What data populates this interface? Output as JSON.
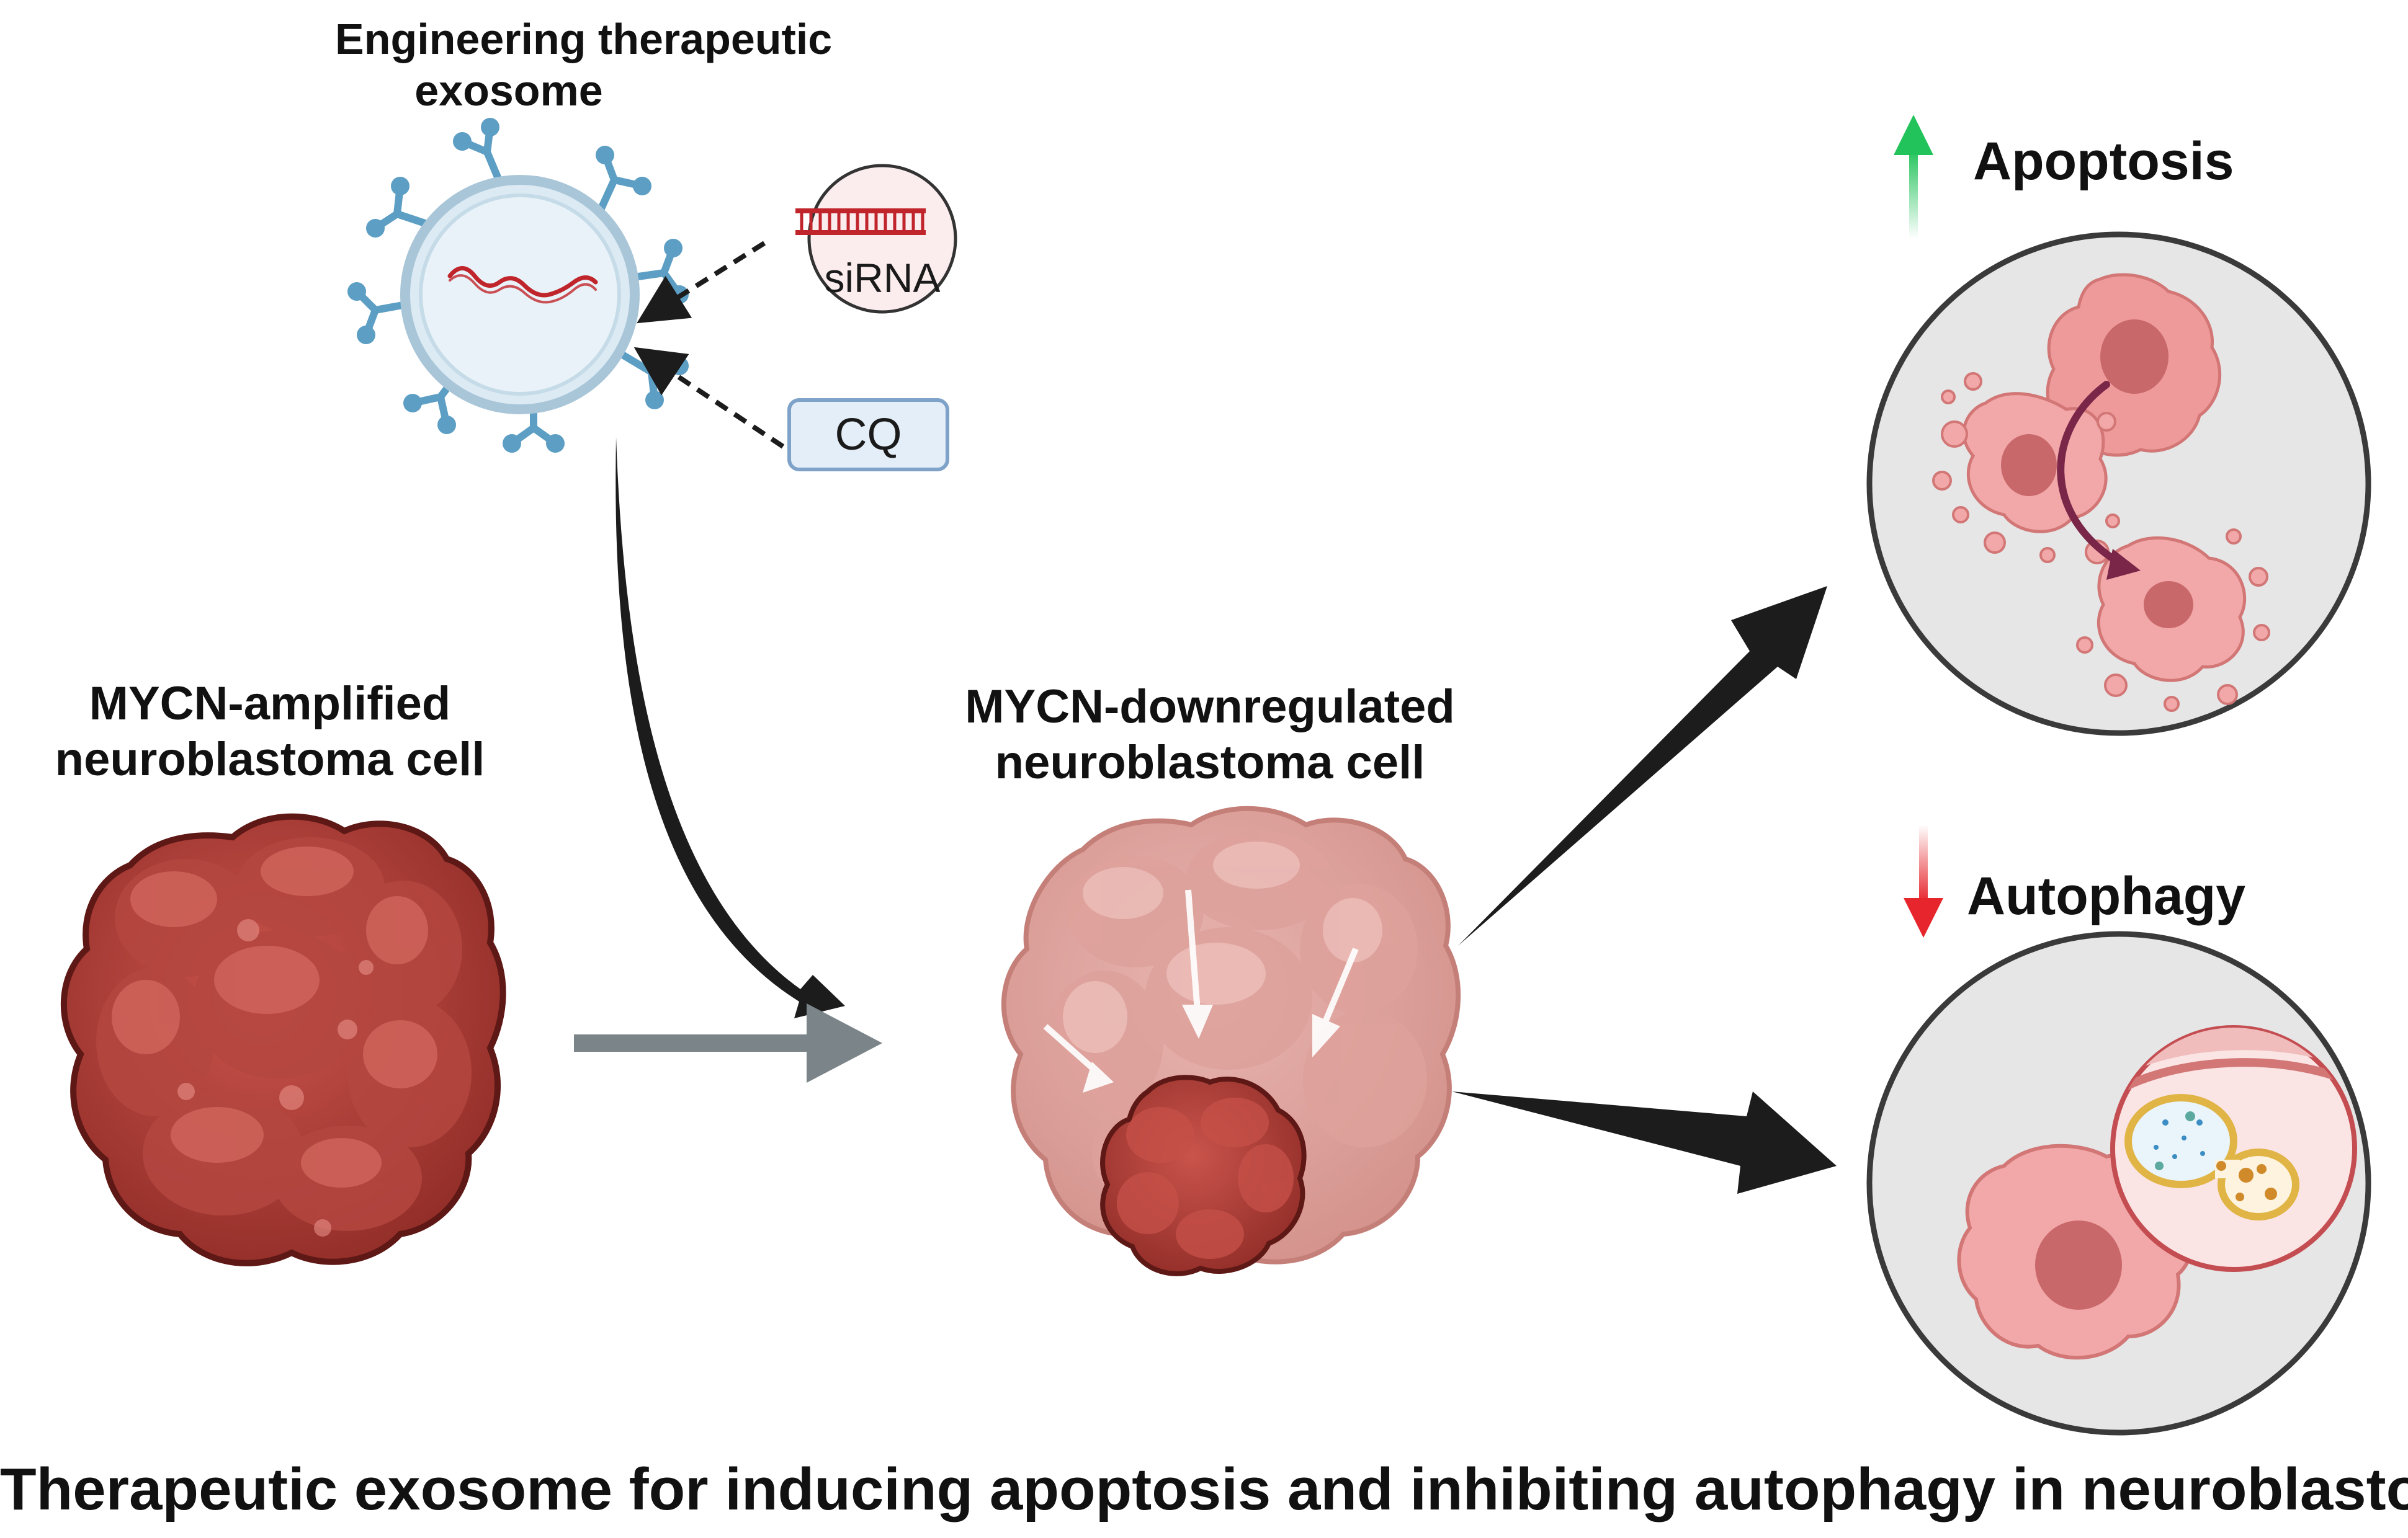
{
  "diagram": {
    "exosome_title_line1": "Engineering therapeutic",
    "exosome_title_line2": "exosome",
    "sirna_label": "siRNA",
    "cq_label": "CQ",
    "amplified_line1": "MYCN-amplified",
    "amplified_line2": "neuroblastoma cell",
    "downregulated_line1": "MYCN-downregulated",
    "downregulated_line2": "neuroblastoma cell",
    "apoptosis_label": "Apoptosis",
    "autophagy_label": "Autophagy",
    "caption": "Therapeutic exosome for inducing apoptosis and inhibiting autophagy in neuroblastoma"
  },
  "colors": {
    "tumor_dark": "#a83a33",
    "tumor_light": "#e3a8a3",
    "exosome_blue": "#5c9ec4",
    "sirna_red": "#c0252b",
    "up_arrow_green": "#22c35a",
    "down_arrow_red": "#e6262c",
    "process_arrow": "#1c1c1c",
    "gray_arrow": "#7b8488"
  },
  "icons": [
    "exosome-icon",
    "sirna-icon",
    "tumor-cell-icon",
    "apoptotic-cell-icon",
    "autophagy-cell-icon"
  ]
}
